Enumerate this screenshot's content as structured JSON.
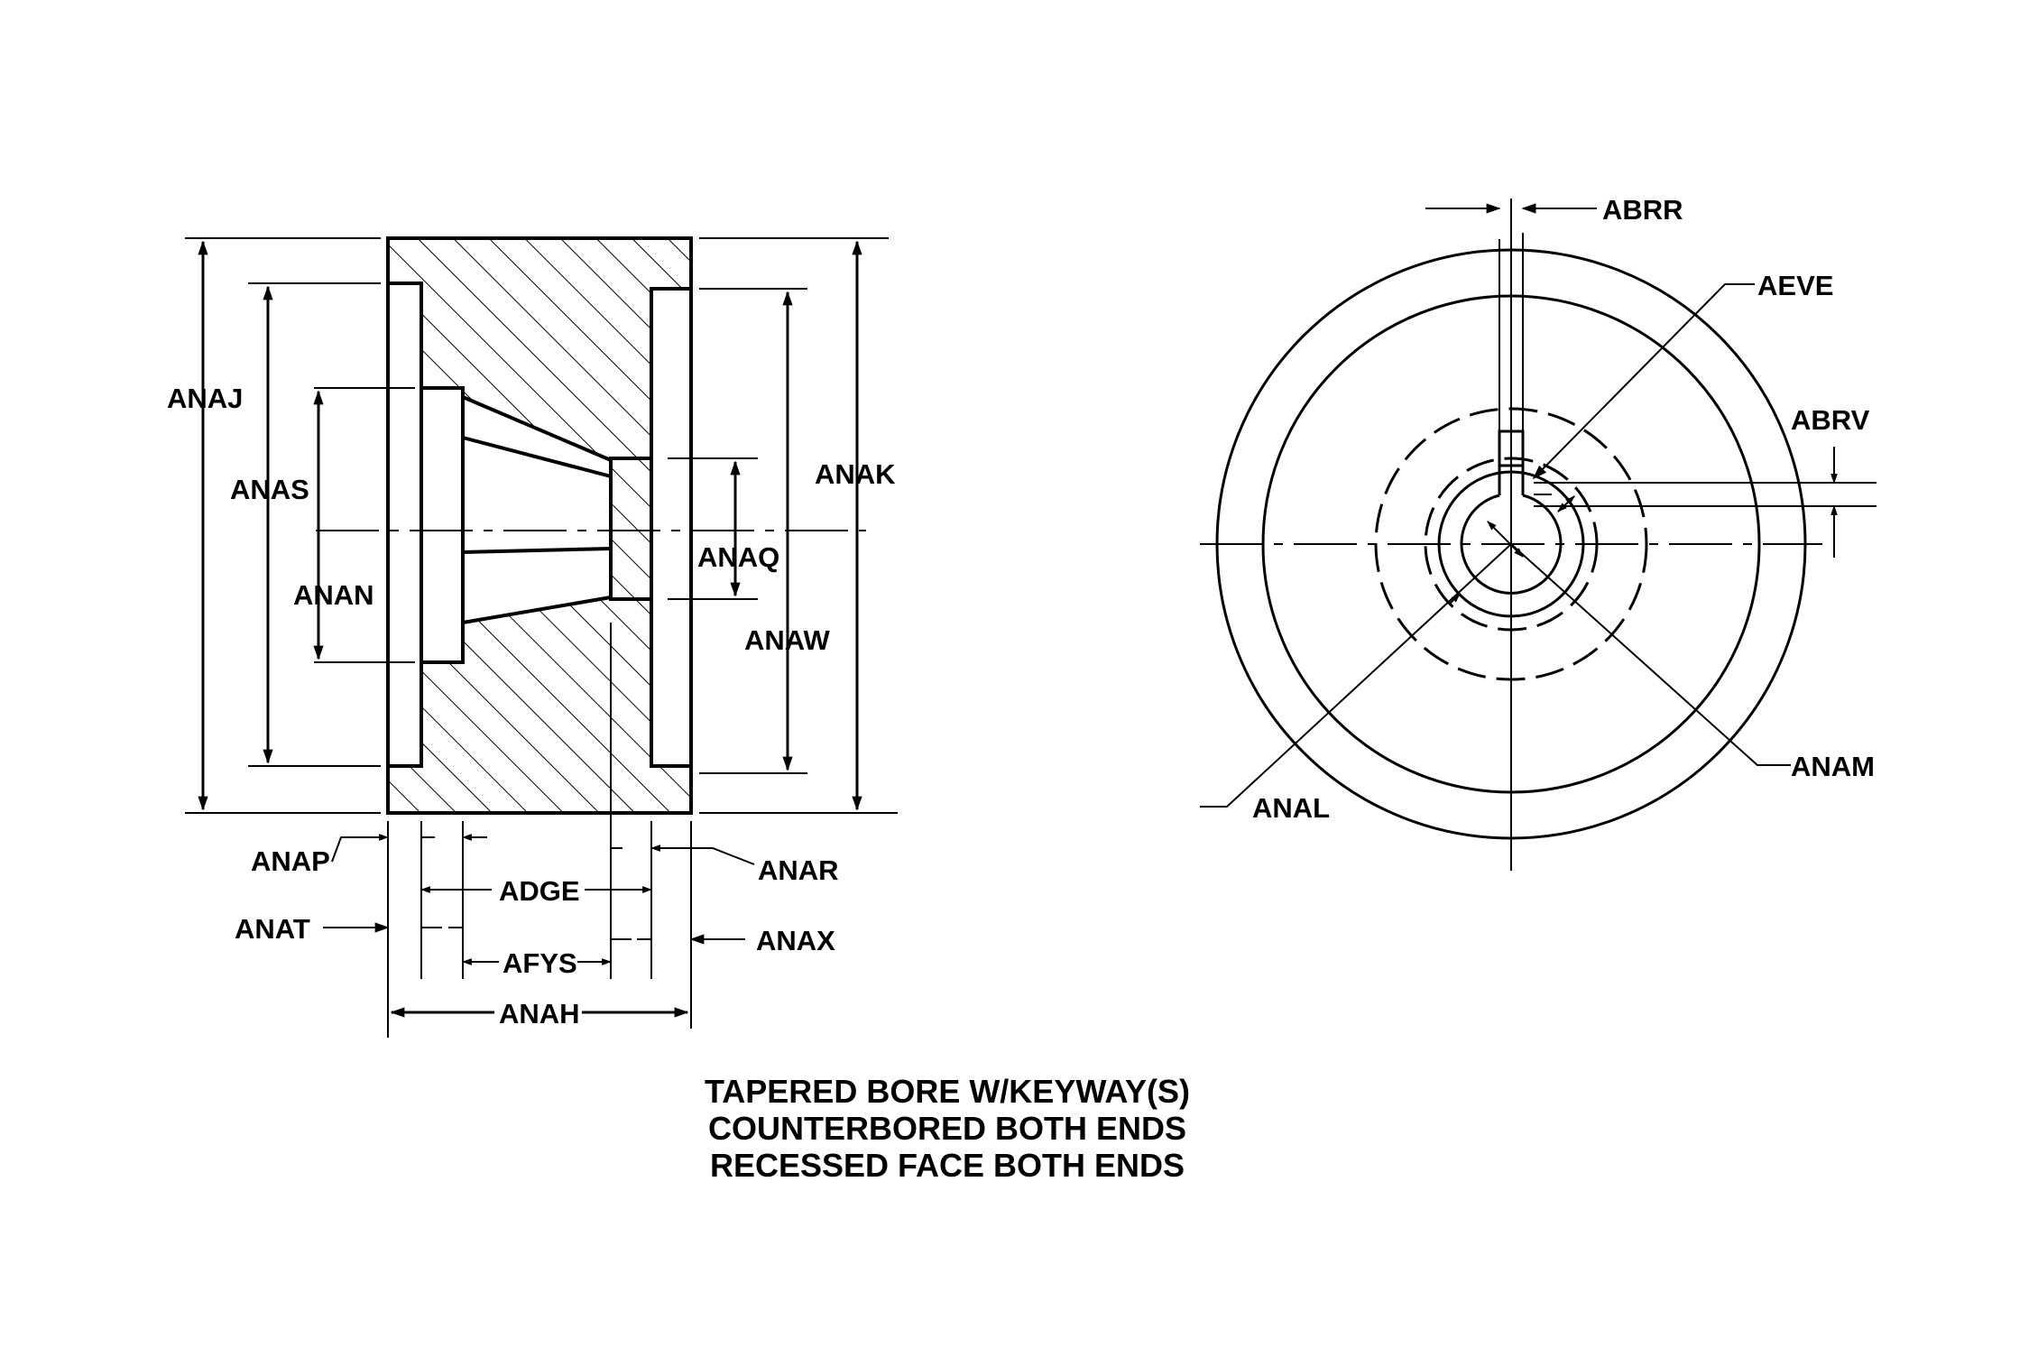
{
  "labels": {
    "anaj": "ANAJ",
    "anas": "ANAS",
    "anan": "ANAN",
    "anak": "ANAK",
    "anaq": "ANAQ",
    "anaw": "ANAW",
    "anap": "ANAP",
    "anar": "ANAR",
    "adge": "ADGE",
    "anat": "ANAT",
    "anax": "ANAX",
    "afys": "AFYS",
    "anah": "ANAH",
    "abrr": "ABRR",
    "aeve": "AEVE",
    "abrv": "ABRV",
    "anam": "ANAM",
    "anal": "ANAL"
  },
  "caption": {
    "line1": "TAPERED BORE W/KEYWAY(S)",
    "line2": "COUNTERBORED BOTH ENDS",
    "line3": "RECESSED FACE BOTH ENDS"
  }
}
